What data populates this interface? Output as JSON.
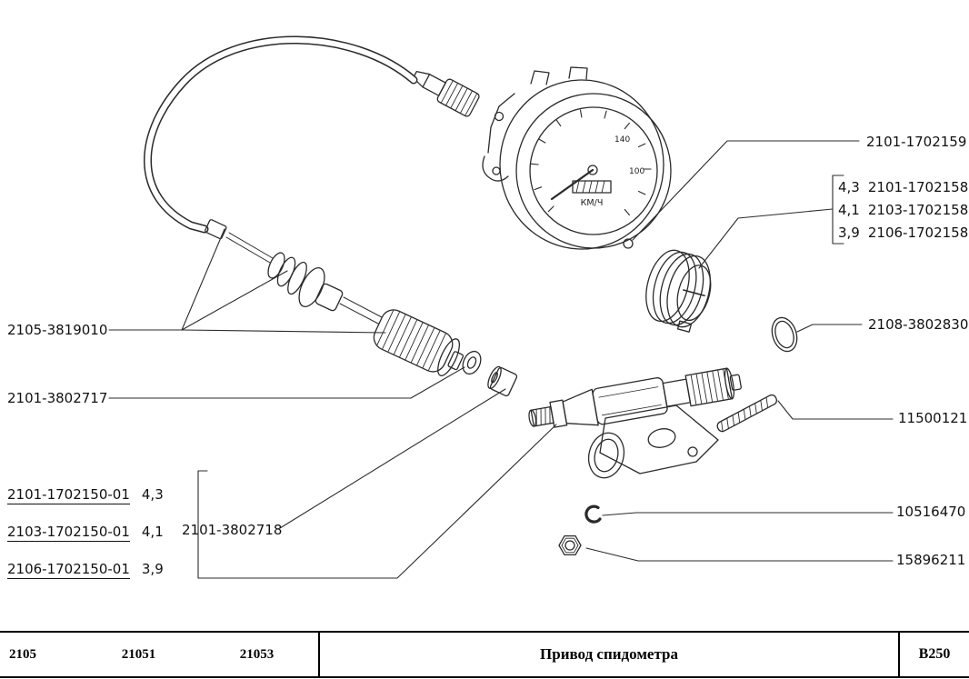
{
  "speedometer": {
    "label_140": "140",
    "label_100": "100",
    "units": "КМ/Ч"
  },
  "callouts": {
    "c1702159": "2101-1702159",
    "group158": [
      {
        "ratio": "4,3",
        "number": "2101-1702158"
      },
      {
        "ratio": "4,1",
        "number": "2103-1702158"
      },
      {
        "ratio": "3,9",
        "number": "2106-1702158"
      }
    ],
    "c3802830": "2108-3802830",
    "c11500121": "11500121",
    "c10516470": "10516470",
    "c15896211": "15896211",
    "c3819010": "2105-3819010",
    "c3802717": "2101-3802717",
    "group150": [
      {
        "number": "2101-1702150-01",
        "ratio": "4,3"
      },
      {
        "number": "2103-1702150-01",
        "ratio": "4,1"
      },
      {
        "number": "2106-1702150-01",
        "ratio": "3,9"
      }
    ],
    "c3802718": "2101-3802718"
  },
  "footer": {
    "models": [
      "2105",
      "21051",
      "21053"
    ],
    "title": "Привод спидометра",
    "code": "B250"
  }
}
